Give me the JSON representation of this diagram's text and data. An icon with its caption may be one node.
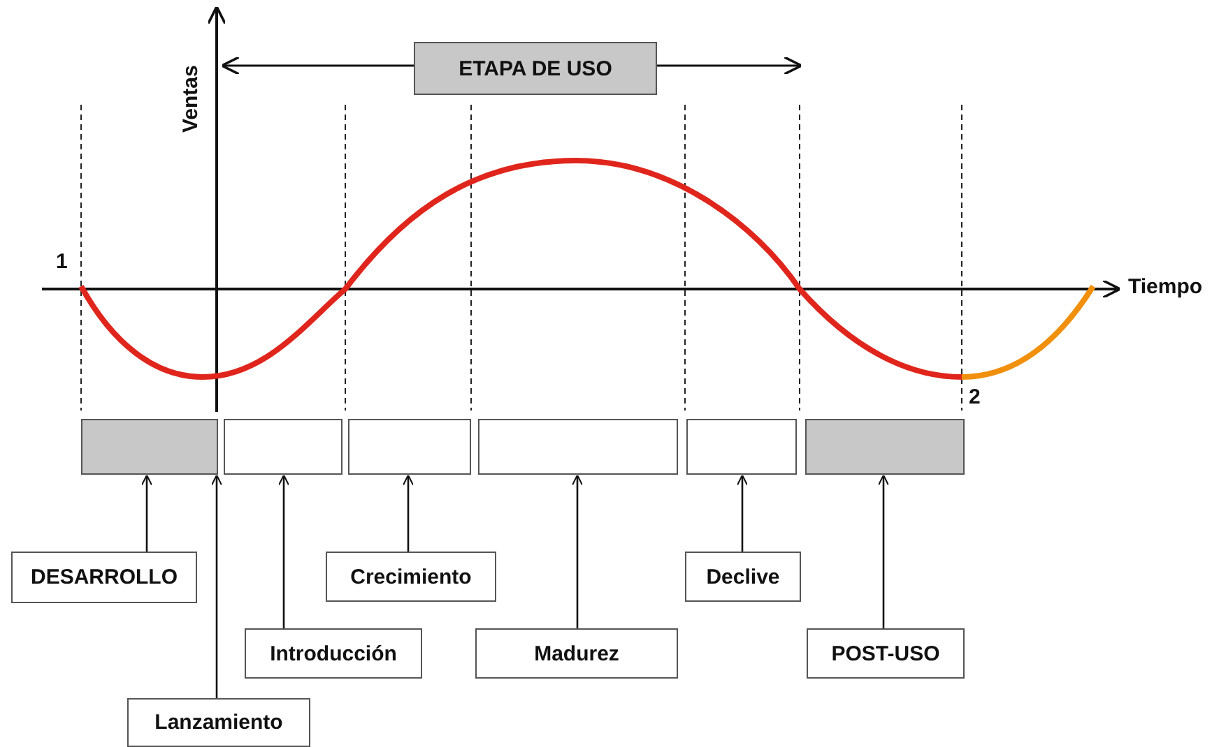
{
  "diagram": {
    "nodes": [
      {
        "text": [
          "ETAPA DE USO"
        ]
      },
      {
        "text": [],
        "shape": "box"
      },
      {
        "text": [],
        "shape": "box"
      },
      {
        "text": [],
        "shape": "box"
      },
      {
        "text": [],
        "shape": "box"
      },
      {
        "text": [],
        "shape": "box"
      },
      {
        "text": [],
        "shape": "box"
      },
      {
        "text": [
          "DESARROLLO"
        ]
      },
      {
        "text": [
          "Crecimiento"
        ]
      },
      {
        "text": [
          "Declive"
        ]
      },
      {
        "text": [
          "Introducción"
        ]
      },
      {
        "text": [
          "Madurez"
        ]
      },
      {
        "text": [
          "POST-USO"
        ]
      },
      {
        "text": [
          "Lanzamiento"
        ]
      }
    ],
    "edges": [
      {
        "from": 7,
        "to": 1,
        "arrow": "to"
      },
      {
        "from": 8,
        "to": 3,
        "arrow": "to"
      },
      {
        "from": 9,
        "to": 5,
        "arrow": "to"
      },
      {
        "from": 10,
        "to": 2,
        "arrow": "to"
      },
      {
        "from": 11,
        "to": 4,
        "arrow": "to"
      },
      {
        "from": 12,
        "to": 6,
        "arrow": "to"
      },
      {
        "from": 13,
        "to": 1,
        "arrow": "to"
      }
    ],
    "labels": [
      "Ventas",
      "1",
      "Tiempo",
      "2"
    ]
  }
}
